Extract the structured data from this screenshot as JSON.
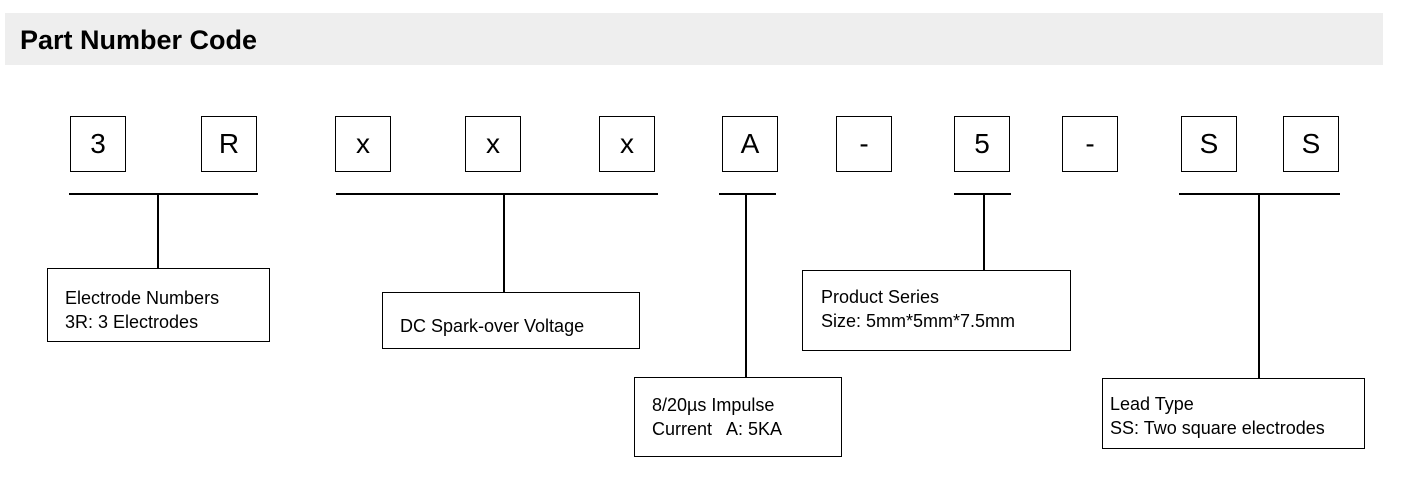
{
  "header": {
    "title": "Part Number Code"
  },
  "code": {
    "chars": [
      "3",
      "R",
      "x",
      "x",
      "x",
      "A",
      "-",
      "5",
      "-",
      "S",
      "S"
    ]
  },
  "descriptions": {
    "electrode": {
      "line1": "Electrode Numbers",
      "line2": "3R: 3 Electrodes"
    },
    "voltage": {
      "line1": "DC Spark-over Voltage"
    },
    "impulse": {
      "line1": "8/20µs Impulse",
      "line2": "Current   A: 5KA"
    },
    "series": {
      "line1": "Product Series",
      "line2": "Size: 5mm*5mm*7.5mm"
    },
    "lead": {
      "line1": "Lead Type",
      "line2": "SS: Two square electrodes"
    }
  }
}
